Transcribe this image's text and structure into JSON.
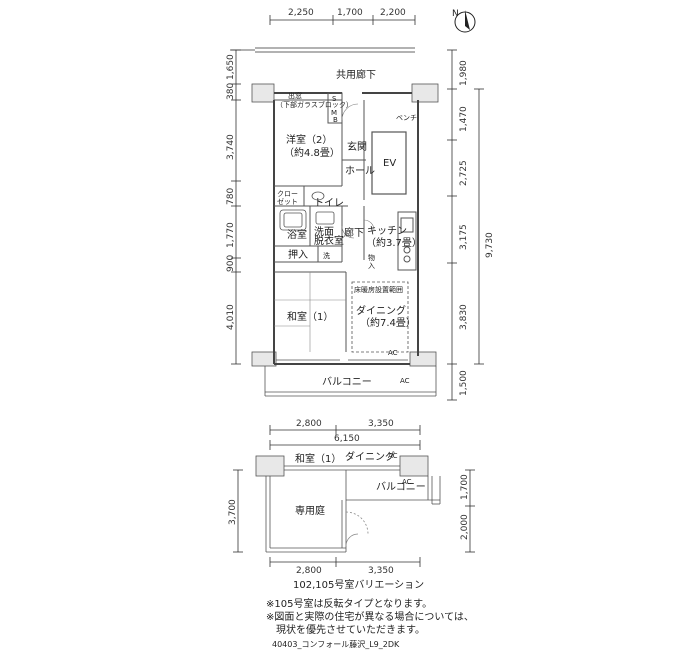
{
  "north_label": "N",
  "corridor_label": "共用廊下",
  "rooms": {
    "youshitsu2": "洋室（2）",
    "youshitsu2_area": "（約4.8畳）",
    "genkan": "玄関",
    "hall": "ホール",
    "ev": "EV",
    "bench": "ベンチ",
    "demado": "出窓",
    "glass_block": "（下部ガラスブロック）",
    "mb_m": "M",
    "mb_b": "B",
    "mb_s": "S",
    "closet1": "クロー",
    "closet2": "ゼット",
    "toilet": "トイレ",
    "bath": "浴室",
    "washroom1": "洗面",
    "washroom2": "脱衣室",
    "rouka": "廊下",
    "kitchen": "キッチン",
    "kitchen_area": "（約3.7畳）",
    "oshiire": "押入",
    "sen": "洗",
    "monoire1": "物",
    "monoire2": "入",
    "floor_heat": "床暖房設置範囲",
    "dining": "ダイニング",
    "dining_area": "（約7.4畳）",
    "washitsu1": "和室（1）",
    "ac": "AC",
    "balcony": "バルコニー"
  },
  "dims_top": [
    "2,250",
    "1,700",
    "2,200"
  ],
  "dims_left": [
    "1,650",
    "380",
    "3,740",
    "780",
    "1,770",
    "900",
    "4,010"
  ],
  "dims_right_inner": [
    "1,980",
    "1,470",
    "2,725",
    "3,175",
    "3,830",
    "1,500"
  ],
  "dims_right_total": "9,730",
  "variation": {
    "dims_top": [
      "2,800",
      "3,350"
    ],
    "dims_total": "6,150",
    "washitsu": "和室（1）",
    "dining": "ダイニング",
    "ac": "AC",
    "balcony": "バルコニー",
    "garden": "専用庭",
    "dims_left": "3,700",
    "dims_right": [
      "1,700",
      "2,000"
    ],
    "dims_bottom": [
      "2,800",
      "3,350"
    ],
    "caption": "102,105号室バリエーション"
  },
  "notes": [
    "※105号室は反転タイプとなります。",
    "※図面と実際の住宅が異なる場合については、",
    "　現状を優先させていただきます。"
  ],
  "footer": "40403_コンフォール藤沢_L9_2DK"
}
